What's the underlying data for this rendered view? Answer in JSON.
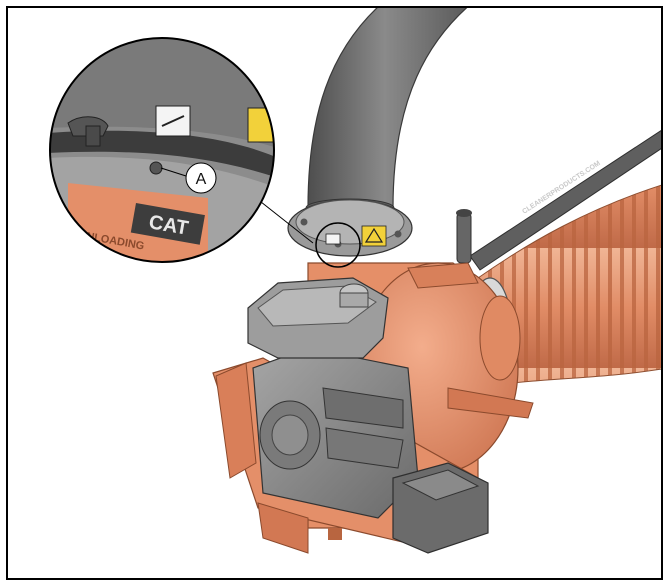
{
  "figure": {
    "callout_label": "A",
    "hose_print": "CLEANERPRODUCTS.COM",
    "zoom_decal_text_1": "CAT",
    "zoom_decal_text_2": "UNLOADING"
  },
  "colors": {
    "frame_border": "#000000",
    "machine_body": "#e89672",
    "machine_shadow": "#c97350",
    "engine_gray": "#8a8a8a",
    "engine_dark": "#5a5a5a",
    "tube_gray": "#6e6e6e",
    "hose_orange": "#e2926d",
    "decal_yellow": "#f2d13a"
  },
  "icons": [
    "wrench-decal-icon",
    "warning-triangle-icon"
  ]
}
